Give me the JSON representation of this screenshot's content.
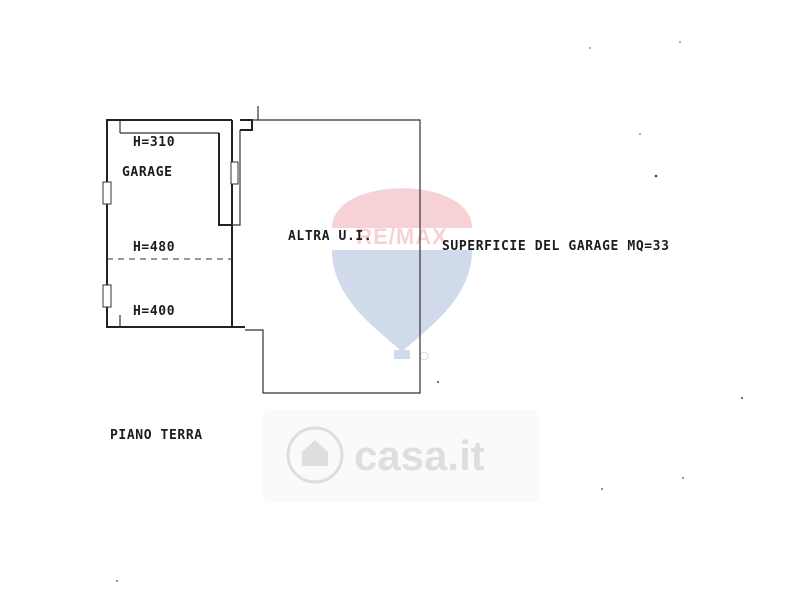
{
  "plan": {
    "floor_label": "PIANO TERRA",
    "garage_name": "GARAGE",
    "heights": {
      "top": "H=310",
      "middle": "H=480",
      "bottom": "H=400"
    },
    "neighbor_unit": "ALTRA U.I.",
    "surface_note": "SUPERFICIE DEL GARAGE MQ=33"
  },
  "watermarks": {
    "logo_text": "RE/MAX",
    "site_text": "casa.it",
    "colors": {
      "remax_red": "#d9384a",
      "remax_blue": "#2d5aa8",
      "casa_gray": "#b8b8b8"
    }
  }
}
